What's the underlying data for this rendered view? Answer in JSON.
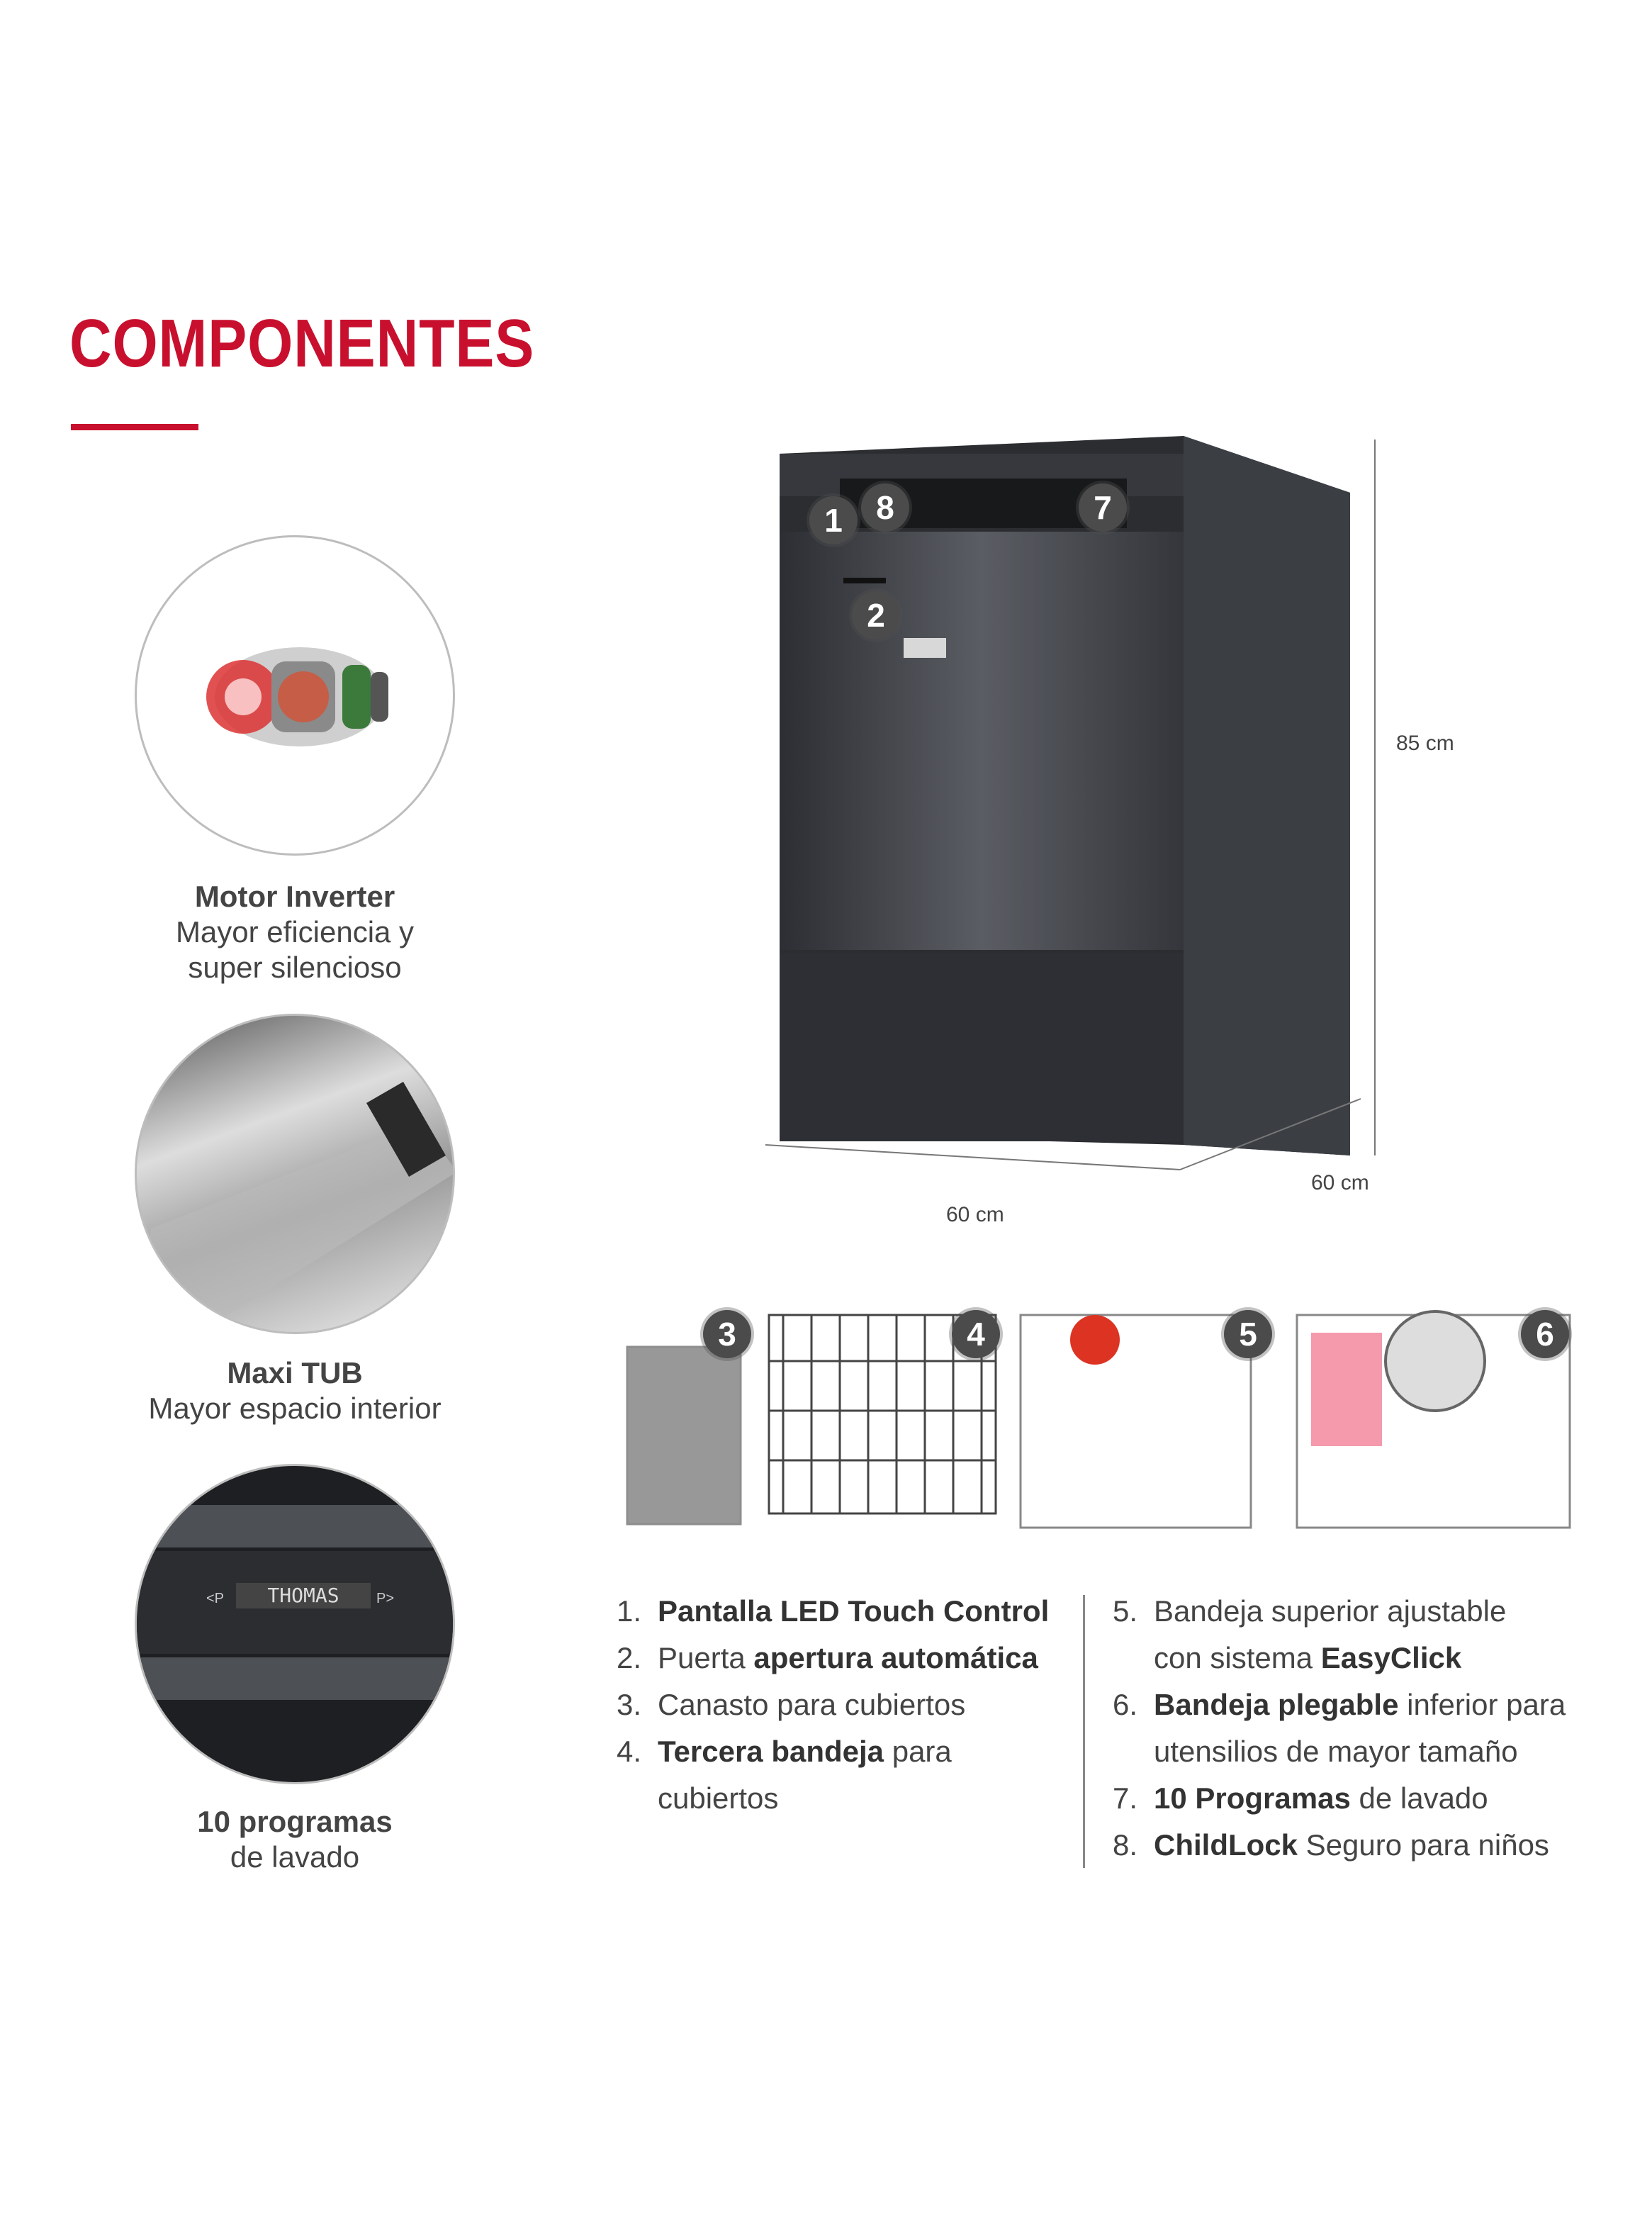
{
  "title": "COMPONENTES",
  "features": [
    {
      "title": "Motor Inverter",
      "lines": [
        "Mayor eficiencia y",
        "super silencioso"
      ]
    },
    {
      "title": "Maxi TUB",
      "lines": [
        "Mayor espacio interior"
      ]
    },
    {
      "title": "10 programas",
      "lines": [
        "de lavado"
      ],
      "display_text": "THOMAS",
      "display_prev": "<P",
      "display_next": "P>"
    }
  ],
  "dimensions": {
    "height": "85 cm",
    "width": "60 cm",
    "depth": "60 cm"
  },
  "callouts": [
    "1",
    "8",
    "7",
    "2",
    "3",
    "4",
    "5",
    "6"
  ],
  "colors": {
    "accent": "#c8102e",
    "badge": "#4b4b4b",
    "appliance": "#3a3d42"
  },
  "list_left": [
    {
      "num": "1.",
      "parts": [
        {
          "t": "Pantalla LED Touch Control",
          "b": true
        }
      ]
    },
    {
      "num": "2.",
      "parts": [
        {
          "t": "Puerta ",
          "b": false
        },
        {
          "t": "apertura automática",
          "b": true
        }
      ]
    },
    {
      "num": "3.",
      "parts": [
        {
          "t": "Canasto para cubiertos",
          "b": false
        }
      ]
    },
    {
      "num": "4.",
      "parts": [
        {
          "t": "Tercera bandeja",
          "b": true
        },
        {
          "t": " para",
          "b": false
        }
      ]
    },
    {
      "num": "",
      "parts": [
        {
          "t": "cubiertos",
          "b": false
        }
      ]
    }
  ],
  "list_right": [
    {
      "num": "5.",
      "parts": [
        {
          "t": "Bandeja superior ajustable",
          "b": false
        }
      ]
    },
    {
      "num": "",
      "parts": [
        {
          "t": "con sistema ",
          "b": false
        },
        {
          "t": "EasyClick",
          "b": true
        }
      ]
    },
    {
      "num": "6.",
      "parts": [
        {
          "t": "Bandeja plegable",
          "b": true
        },
        {
          "t": " inferior para",
          "b": false
        }
      ]
    },
    {
      "num": "",
      "parts": [
        {
          "t": "utensilios de mayor tamaño",
          "b": false
        }
      ]
    },
    {
      "num": "7.",
      "parts": [
        {
          "t": "10 Programas",
          "b": true
        },
        {
          "t": " de lavado",
          "b": false
        }
      ]
    },
    {
      "num": "8.",
      "parts": [
        {
          "t": "ChildLock",
          "b": true
        },
        {
          "t": " Seguro para niños",
          "b": false
        }
      ]
    }
  ]
}
